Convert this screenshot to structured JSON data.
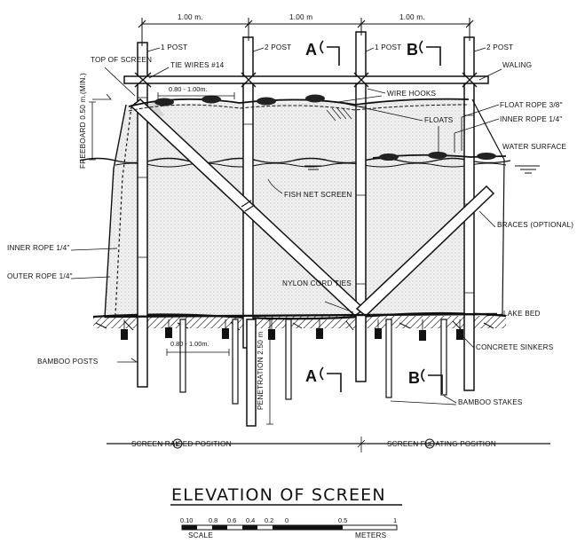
{
  "title": "ELEVATION OF SCREEN",
  "dimensions": {
    "spacing_1": "1.00 m.",
    "spacing_2": "1.00 m",
    "spacing_3": "1.00 m."
  },
  "labels": {
    "post_1": "1 POST",
    "post_2": "2 POST",
    "post_3": "1 POST",
    "post_4": "2 POST",
    "section_a": "A",
    "section_b": "B",
    "top_of_screen": "TOP OF SCREEN",
    "tie_wires": "TIE WIRES #14",
    "waling": "WALING",
    "float_spacing": "0.80 - 1.00m.",
    "wire_hooks": "WIRE HOOKS",
    "float_rope": "FLOAT ROPE 3/8\"",
    "floats": "FLOATS",
    "inner_rope_top": "INNER ROPE 1/4\"",
    "freeboard": "FREEBOARD 0.50 m.(MIN.)",
    "water_surface": "WATER SURFACE",
    "fish_net_screen": "FISH NET SCREEN",
    "braces": "BRACES (OPTIONAL)",
    "inner_rope_left": "INNER ROPE 1/4\"",
    "outer_rope_left": "OUTER ROPE 1/4\"",
    "nylon_cord_ties": "NYLON CORD TIES",
    "lake_bed": "LAKE BED",
    "sinker_spacing": "0.80 - 1.00m.",
    "concrete_sinkers": "CONCRETE SINKERS",
    "bamboo_posts": "BAMBOO POSTS",
    "penetration": "PENETRATION 2.50 m",
    "bamboo_stakes": "BAMBOO STAKES",
    "screen_raised": "SCREEN  RAISED POSITION",
    "screen_floating": "SCREEN  FLOATING POSITION",
    "raised_num": "1",
    "floating_num": "2"
  },
  "scale": {
    "ticks": [
      "0.10",
      "0.8",
      "0.6",
      "0.4",
      "0.2",
      "0",
      "0.5",
      "1"
    ],
    "left_label": "SCALE",
    "right_label": "METERS"
  }
}
